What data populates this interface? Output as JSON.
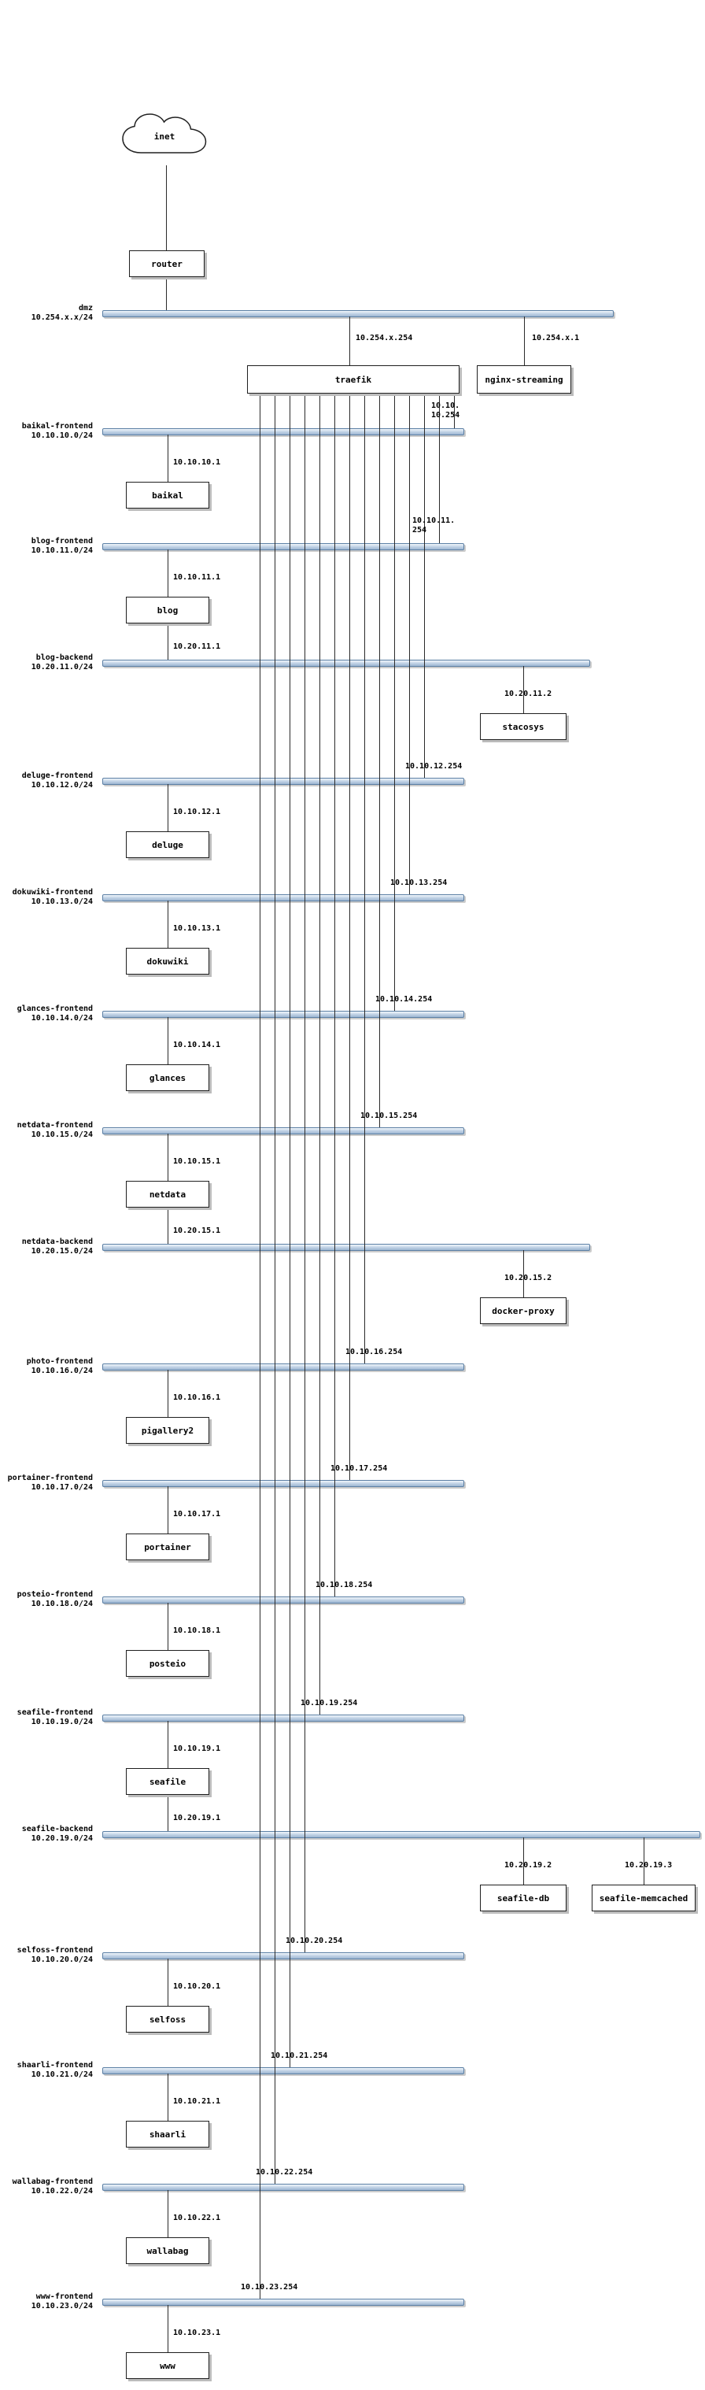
{
  "internet": {
    "label": "inet"
  },
  "router": {
    "label": "router"
  },
  "dmz": {
    "name": "dmz",
    "subnet": "10.254.x.x/24",
    "traefik": {
      "label": "traefik",
      "ip": "10.254.x.254"
    },
    "nginx_streaming": {
      "label": "nginx-streaming",
      "ip": "10.254.x.1"
    }
  },
  "networks": [
    {
      "name": "baikal-frontend",
      "subnet": "10.10.10.0/24",
      "gateway_ip": "10.10.\n10.254",
      "container": {
        "label": "baikal",
        "ip": "10.10.10.1"
      }
    },
    {
      "name": "blog-frontend",
      "subnet": "10.10.11.0/24",
      "gateway_ip": "10.10.11.\n254",
      "container": {
        "label": "blog",
        "ip": "10.10.11.1"
      }
    },
    {
      "name": "blog-backend",
      "subnet": "10.20.11.0/24",
      "link_ip": "10.20.11.1",
      "container": {
        "label": "stacosys",
        "ip": "10.20.11.2"
      }
    },
    {
      "name": "deluge-frontend",
      "subnet": "10.10.12.0/24",
      "gateway_ip": "10.10.12.254",
      "container": {
        "label": "deluge",
        "ip": "10.10.12.1"
      }
    },
    {
      "name": "dokuwiki-frontend",
      "subnet": "10.10.13.0/24",
      "gateway_ip": "10.10.13.254",
      "container": {
        "label": "dokuwiki",
        "ip": "10.10.13.1"
      }
    },
    {
      "name": "glances-frontend",
      "subnet": "10.10.14.0/24",
      "gateway_ip": "10.10.14.254",
      "container": {
        "label": "glances",
        "ip": "10.10.14.1"
      }
    },
    {
      "name": "netdata-frontend",
      "subnet": "10.10.15.0/24",
      "gateway_ip": "10.10.15.254",
      "container": {
        "label": "netdata",
        "ip": "10.10.15.1"
      }
    },
    {
      "name": "netdata-backend",
      "subnet": "10.20.15.0/24",
      "link_ip": "10.20.15.1",
      "container": {
        "label": "docker-proxy",
        "ip": "10.20.15.2"
      }
    },
    {
      "name": "photo-frontend",
      "subnet": "10.10.16.0/24",
      "gateway_ip": "10.10.16.254",
      "container": {
        "label": "pigallery2",
        "ip": "10.10.16.1"
      }
    },
    {
      "name": "portainer-frontend",
      "subnet": "10.10.17.0/24",
      "gateway_ip": "10.10.17.254",
      "container": {
        "label": "portainer",
        "ip": "10.10.17.1"
      }
    },
    {
      "name": "posteio-frontend",
      "subnet": "10.10.18.0/24",
      "gateway_ip": "10.10.18.254",
      "container": {
        "label": "posteio",
        "ip": "10.10.18.1"
      }
    },
    {
      "name": "seafile-frontend",
      "subnet": "10.10.19.0/24",
      "gateway_ip": "10.10.19.254",
      "container": {
        "label": "seafile",
        "ip": "10.10.19.1"
      }
    },
    {
      "name": "seafile-backend",
      "subnet": "10.20.19.0/24",
      "link_ip": "10.20.19.1",
      "container": {
        "label": "seafile-db",
        "ip": "10.20.19.2"
      },
      "container2": {
        "label": "seafile-memcached",
        "ip": "10.20.19.3"
      }
    },
    {
      "name": "selfoss-frontend",
      "subnet": "10.10.20.0/24",
      "gateway_ip": "10.10.20.254",
      "container": {
        "label": "selfoss",
        "ip": "10.10.20.1"
      }
    },
    {
      "name": "shaarli-frontend",
      "subnet": "10.10.21.0/24",
      "gateway_ip": "10.10.21.254",
      "container": {
        "label": "shaarli",
        "ip": "10.10.21.1"
      }
    },
    {
      "name": "wallabag-frontend",
      "subnet": "10.10.22.0/24",
      "gateway_ip": "10.10.22.254",
      "container": {
        "label": "wallabag",
        "ip": "10.10.22.1"
      }
    },
    {
      "name": "www-frontend",
      "subnet": "10.10.23.0/24",
      "gateway_ip": "10.10.23.254",
      "container": {
        "label": "www",
        "ip": "10.10.23.1"
      }
    }
  ]
}
